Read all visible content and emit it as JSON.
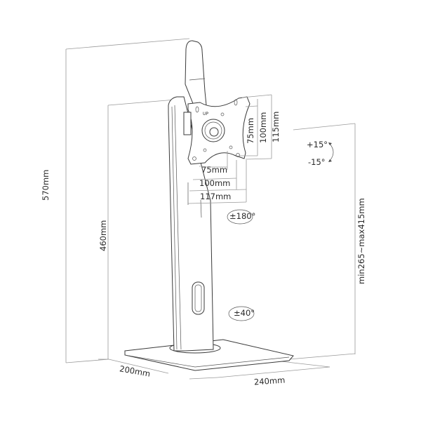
{
  "diagram": {
    "subject": "monitor desk stand dimension drawing",
    "dimensions": {
      "total_height": "570mm",
      "column_height": "460mm",
      "base_depth": "200mm",
      "base_width": "240mm",
      "height_range": "min265~max415mm",
      "vesa_horizontal_75": "75mm",
      "vesa_horizontal_100": "100mm",
      "plate_width": "117mm",
      "vesa_vertical_75": "75mm",
      "vesa_vertical_100": "100mm",
      "plate_height": "115mm"
    },
    "rotations": {
      "tilt_up": "+15°",
      "tilt_down": "-15°",
      "rotate": "±180°",
      "swivel": "±40°"
    },
    "plate_marking": "UP"
  }
}
